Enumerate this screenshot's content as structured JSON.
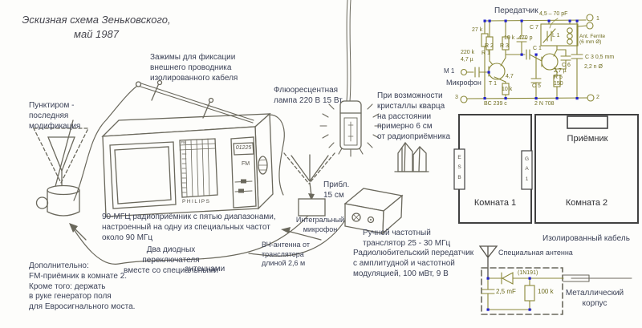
{
  "title": "Эскизная схема Зеньковского,\nмай 1987",
  "labels": {
    "clamps": "Зажимы для фиксации\nвнешнего проводника\nизолированного кабеля",
    "dashed_modification": "Пунктиром -\nпоследняя\nмодификация",
    "fluorescent_lamp": "Флюоресцентная\nлампа 220 В 15 Вт",
    "quartz": "При возможности\nкристаллы кварца\nна расстоянии\nпримерно 6 см\nот радиоприёмника",
    "approx_distance": "Прибл.\n15 см",
    "integral_mic": "Интегральный\nмикрофон",
    "hf_antenna": "ВЧ-антенна от\nтранслятора\nдлиной 2,6 м",
    "translator": "Ручной частотный\nтранслятор 25 - 30 МГц",
    "transmitter_desc": "Радиолюбительский передатчик\nс амплитудной и частотной\nмодуляцией, 100 мВт, 9 В",
    "receiver_desc": "90-МГЦ радиоприёмник с пятью диапазонами,\nнастроенный на одну из специальных частот\nоколо 90 МГц",
    "diode_switches": "Два диодных переключателя\nвместе со специальными",
    "diode_switches_tail": "антеннами",
    "additional": "Дополнительно:\nFM-приёмник в комнате 2.\nКроме того: держать\nв руке генератор поля\nдля Евросигнального моста."
  },
  "radio": {
    "brand": "PHILIPS",
    "display": "01225",
    "band": "FM",
    "table_band": "FM"
  },
  "transmitter": {
    "title": "Передатчик",
    "cap_range": "4,5 – 70 pF",
    "r27k": "27 k",
    "r10k_top": "10 k",
    "c470p": "470 p",
    "c7": "C 7",
    "l1": "L 1",
    "r2": "R 2",
    "r3": "R 3",
    "r220k": "220 k",
    "r1": "R 1",
    "c47u": "4,7 µ",
    "m1": "М 1",
    "microphone": "Микрофон",
    "t1": "T 1",
    "v47": "4,7",
    "r10k_bottom": "10 k",
    "c5": "C 5",
    "c1": "C 1",
    "c6": "C 6",
    "c27u": "2,7 µ",
    "r5": "R 5",
    "r150": "150",
    "ant_ferrite": "Ant. Ferrite\n(6 mm Ø)",
    "c3": "C 3 0,5 mm",
    "c22n": "2,2 n Ø",
    "t1_type": "BC 239 c",
    "t2_type": "2 N 708",
    "term1": "1",
    "term2": "2",
    "term3": "3"
  },
  "rooms": {
    "room1": "Комната 1",
    "room2": "Комната 2",
    "receiver": "Приёмник",
    "door_left": "E\nS\nB",
    "door_right": "G\nA\n1"
  },
  "isolated_cable": {
    "title": "Изолированный кабель",
    "special_antenna": "Специальная антенна",
    "diode": "(1N191)",
    "capacitor": "2,5 mF",
    "resistor": "100 k",
    "metal_case": "Металлический\nкорпус"
  },
  "colors": {
    "annotation": "#3c4257",
    "component_label": "#6f6d20",
    "circuit_wire": "#8a8838",
    "junction_dot": "#2222cc",
    "sketch_stroke": "#6a685c",
    "wall_stroke": "#414141",
    "background": "#fdfdfb"
  }
}
